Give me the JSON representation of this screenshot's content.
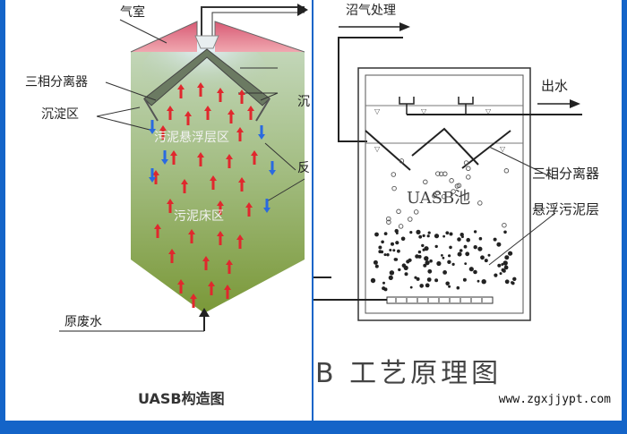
{
  "left": {
    "labels": {
      "gas_chamber": "气室",
      "three_phase_separator": "三相分离器",
      "settling_zone": "沉淀区",
      "sludge_suspension_layer": "污泥悬浮层区",
      "sludge_bed": "污泥床区",
      "raw_wastewater": "原废水",
      "cut_right_1": "沉",
      "cut_right_2": "反"
    },
    "caption": "UASB构造图"
  },
  "right": {
    "labels": {
      "biogas_treatment": "沼气处理",
      "effluent": "出水",
      "three_phase_separator": "三相分离器",
      "tank": "UASB池",
      "suspended_sludge_layer": "悬浮污泥层"
    },
    "caption": "B 工艺原理图"
  },
  "watermark": "www.zgxjjypt.com",
  "colors": {
    "border": "#1464c8",
    "up_arrow": "#e0282d",
    "down_arrow": "#2a6ae0",
    "hood": "#e07080",
    "reactor_top": "#b7cfae",
    "reactor_bottom": "#7c9a3c"
  }
}
